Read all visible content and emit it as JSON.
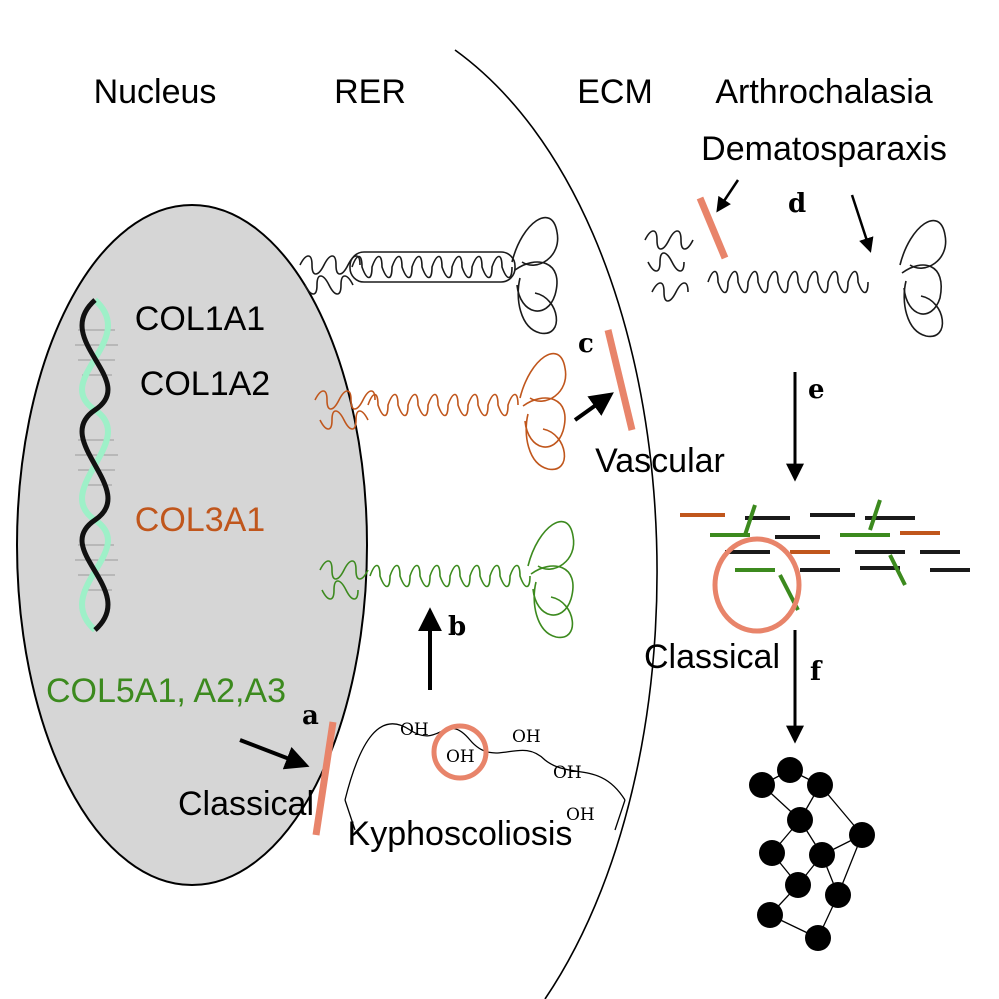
{
  "headers": {
    "nucleus": "Nucleus",
    "rer": "RER",
    "ecm": "ECM",
    "syndrome_top_1": "Arthrochalasia",
    "syndrome_top_2": "Dematosparaxis"
  },
  "genes": {
    "col1a1": "COL1A1",
    "col1a2": "COL1A2",
    "col3a1": "COL3A1",
    "col5": "COL5A1, A2,A3"
  },
  "steps": {
    "a": "a",
    "b": "b",
    "c": "c",
    "d": "d",
    "e": "e",
    "f": "f"
  },
  "syndromes": {
    "classical_a": "Classical",
    "kyphoscoliosis": "Kyphoscoliosis",
    "vascular": "Vascular",
    "classical_f": "Classical"
  },
  "hydroxyl": [
    "OH",
    "OH",
    "OH",
    "OH",
    "OH"
  ],
  "colors": {
    "type1": "#1a1a1a",
    "type3": "#c0561c",
    "type5": "#3c8a1e",
    "defect": "#e8846a",
    "nucleus_fill": "#d6d6d6",
    "helix_light": "#9ef0c8"
  }
}
